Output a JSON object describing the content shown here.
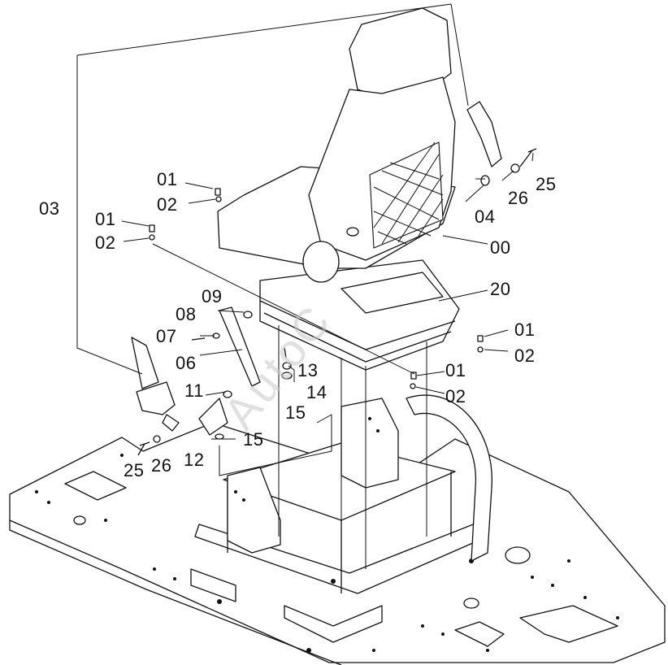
{
  "watermark": "AutoC",
  "callouts": {
    "c03": "03",
    "c01a": "01",
    "c02a": "02",
    "c01b": "01",
    "c02b": "02",
    "c09": "09",
    "c08": "08",
    "c07": "07",
    "c06": "06",
    "c11": "11",
    "c13": "13",
    "c14": "14",
    "c15a": "15",
    "c12": "12",
    "c15b": "15",
    "c25a": "25",
    "c26a": "26",
    "c04": "04",
    "c26b": "26",
    "c25b": "25",
    "c00": "00",
    "c20": "20",
    "c01c": "01",
    "c02c": "02",
    "c01d": "01",
    "c02d": "02"
  }
}
